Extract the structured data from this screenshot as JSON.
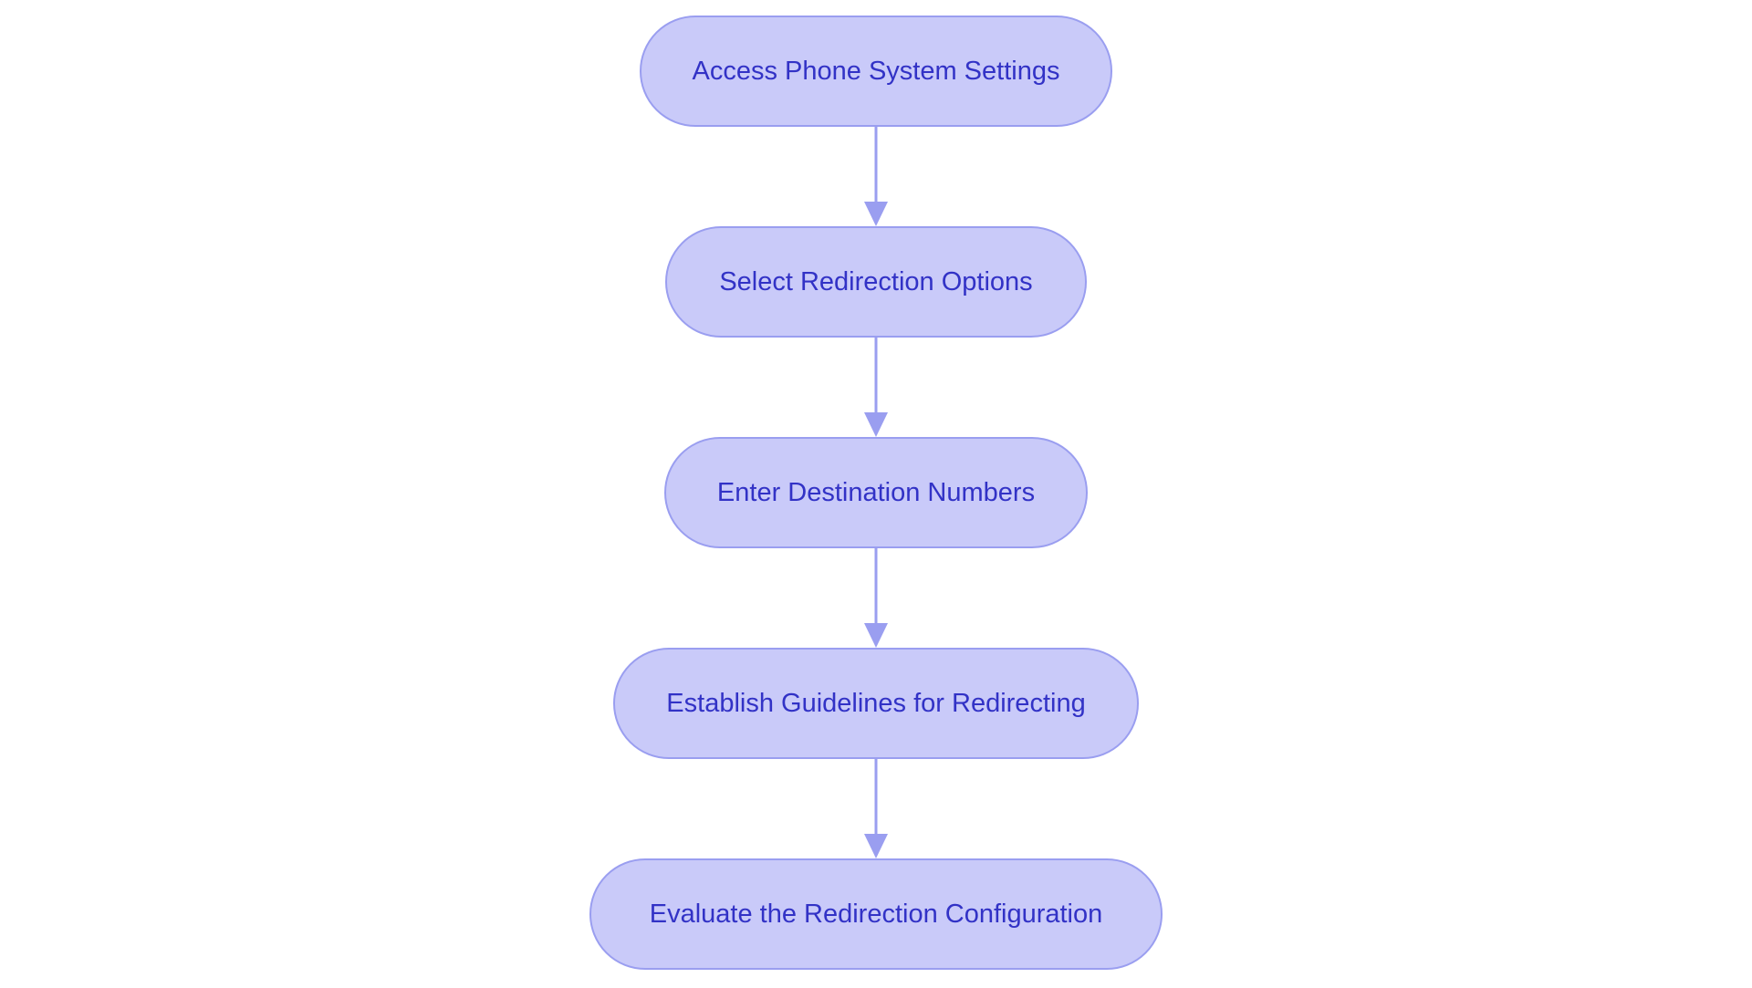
{
  "diagram": {
    "type": "flowchart",
    "direction": "top-to-bottom",
    "colors": {
      "node_fill": "#c9caf9",
      "node_border": "#9a9ef0",
      "node_text": "#3232c6",
      "connector": "#9a9ef0",
      "background": "#ffffff"
    },
    "steps": [
      {
        "label": "Access Phone System Settings"
      },
      {
        "label": "Select Redirection Options"
      },
      {
        "label": "Enter Destination Numbers"
      },
      {
        "label": "Establish Guidelines for Redirecting"
      },
      {
        "label": "Evaluate the Redirection Configuration"
      }
    ]
  }
}
